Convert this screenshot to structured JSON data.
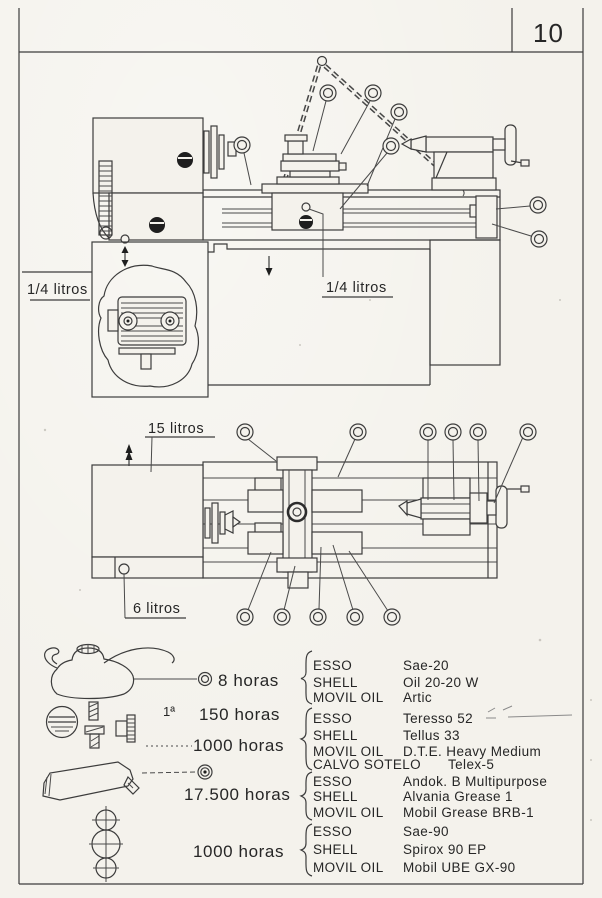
{
  "page": {
    "number": "10"
  },
  "labels": {
    "front_left_capacity": "1/4 litros",
    "front_apron_capacity": "1/4 litros",
    "top_headstock_capacity": "15 litros",
    "top_base_capacity": "6 litros"
  },
  "legend": {
    "intervals": {
      "oil_can": "8 horas",
      "first_change_prefix": "1ª",
      "first_change": "150 horas",
      "oil_change": "1000 horas",
      "grease": "17.500 horas",
      "gearbox": "1000 horas"
    },
    "lubricants": [
      {
        "rows": [
          [
            "ESSO",
            "Sae-20"
          ],
          [
            "SHELL",
            "Oil 20-20 W"
          ],
          [
            "MOVIL OIL",
            "Artic"
          ]
        ]
      },
      {
        "rows": [
          [
            "ESSO",
            "Teresso 52"
          ],
          [
            "SHELL",
            "Tellus 33"
          ],
          [
            "MOVIL OIL",
            "D.T.E. Heavy Medium"
          ],
          [
            "CALVO SOTELO",
            "Telex-5"
          ]
        ]
      },
      {
        "rows": [
          [
            "ESSO",
            "Andok. B Multipurpose"
          ],
          [
            "SHELL",
            "Alvania Grease 1"
          ],
          [
            "MOVIL OIL",
            "Mobil Grease BRB-1"
          ]
        ]
      },
      {
        "rows": [
          [
            "ESSO",
            "Sae-90"
          ],
          [
            "SHELL",
            "Spirox 90 EP"
          ],
          [
            "MOVIL OIL",
            "Mobil UBE GX-90"
          ]
        ]
      }
    ]
  },
  "colors": {
    "ink": "#3c3c3c",
    "paper": "#f4f2ec"
  }
}
